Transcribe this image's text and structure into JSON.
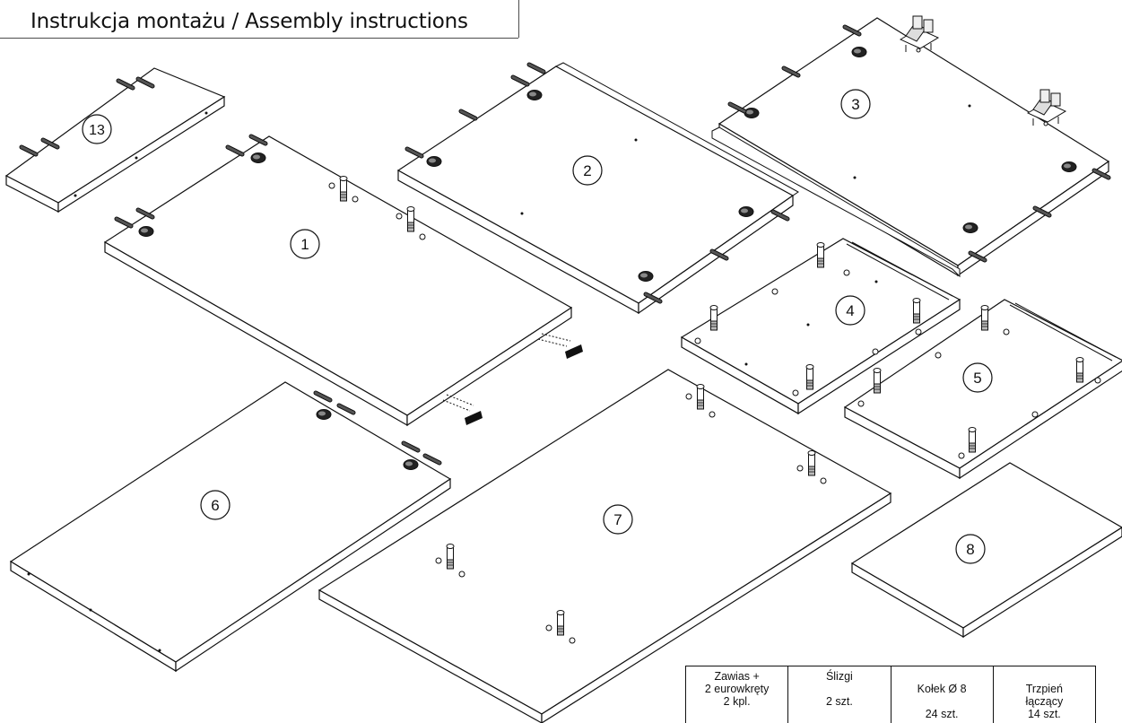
{
  "header": {
    "title": "Instrukcja montażu / Assembly instructions"
  },
  "panels": [
    {
      "number": "1"
    },
    {
      "number": "2"
    },
    {
      "number": "3"
    },
    {
      "number": "4"
    },
    {
      "number": "5"
    },
    {
      "number": "6"
    },
    {
      "number": "7"
    },
    {
      "number": "8"
    },
    {
      "number": "13"
    }
  ],
  "parts_table": [
    {
      "lines": [
        "Zawias +",
        "2 eurowkręty",
        "2 kpl."
      ]
    },
    {
      "lines": [
        "Ślizgi",
        "",
        "2 szt."
      ]
    },
    {
      "lines": [
        "",
        "Kołek  Ø 8",
        "",
        "24 szt."
      ]
    },
    {
      "lines": [
        "",
        "Trzpień",
        "łączący",
        "14 szt."
      ]
    }
  ]
}
